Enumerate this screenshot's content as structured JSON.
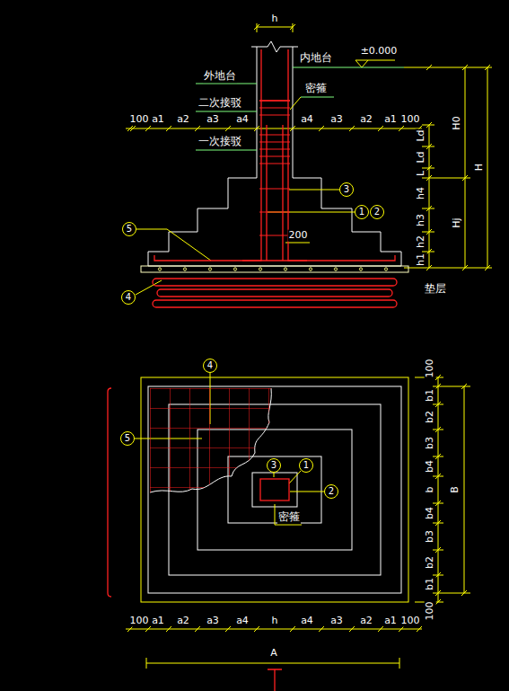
{
  "diagram": {
    "nodes": [
      {
        "text": [
          "3"
        ]
      },
      {
        "text": [
          "1"
        ]
      },
      {
        "text": [
          "2"
        ]
      },
      {
        "text": [
          "5"
        ]
      },
      {
        "text": [
          "4"
        ]
      },
      {
        "text": [
          "4"
        ]
      },
      {
        "text": [
          "5"
        ]
      },
      {
        "text": [
          "3"
        ]
      },
      {
        "text": [
          "1"
        ]
      },
      {
        "text": [
          "2"
        ]
      }
    ],
    "labels": [
      "h",
      "外地台",
      "内地台",
      "±0.000",
      "二次接驳",
      "密箍",
      "一次接驳",
      "100",
      "a1",
      "a2",
      "a3",
      "a4",
      "a4",
      "a3",
      "a2",
      "a1",
      "100",
      "Ld",
      "Ld",
      "L",
      "h4",
      "h3",
      "h2",
      "h1",
      "H0",
      "Hj",
      "H",
      "200",
      "垫层",
      "密箍",
      "100",
      "b1",
      "b2",
      "b3",
      "b4",
      "b",
      "b4",
      "b3",
      "b2",
      "b1",
      "100",
      "B",
      "100",
      "a1",
      "a2",
      "a3",
      "a4",
      "h",
      "a4",
      "a3",
      "a2",
      "a1",
      "100",
      "A"
    ]
  }
}
